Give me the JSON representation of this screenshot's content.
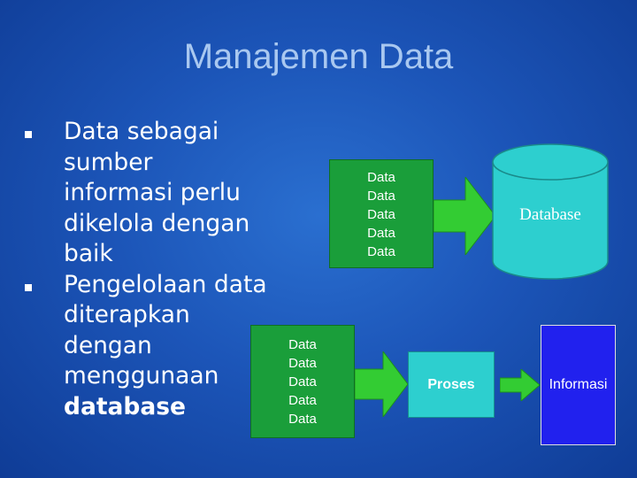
{
  "title": "Manajemen Data",
  "bullets": [
    {
      "lines": [
        "Data sebagai",
        "sumber",
        "informasi perlu",
        "dikelola dengan",
        "baik"
      ]
    },
    {
      "lines": [
        "Pengelolaan data",
        "diterapkan",
        "dengan",
        "menggunaan"
      ],
      "bold_line": "database"
    }
  ],
  "diagram": {
    "top_box": {
      "lines": [
        "Data",
        "Data",
        "Data",
        "Data",
        "Data"
      ]
    },
    "bottom_box": {
      "lines": [
        "Data",
        "Data",
        "Data",
        "Data",
        "Data"
      ]
    },
    "database_label": "Database",
    "proses_label": "Proses",
    "informasi_label": "Informasi"
  },
  "colors": {
    "box_green": "#1a9e3a",
    "arrow_green": "#33cc33",
    "cyan": "#2dcfcf",
    "blue_box": "#2121ee"
  }
}
